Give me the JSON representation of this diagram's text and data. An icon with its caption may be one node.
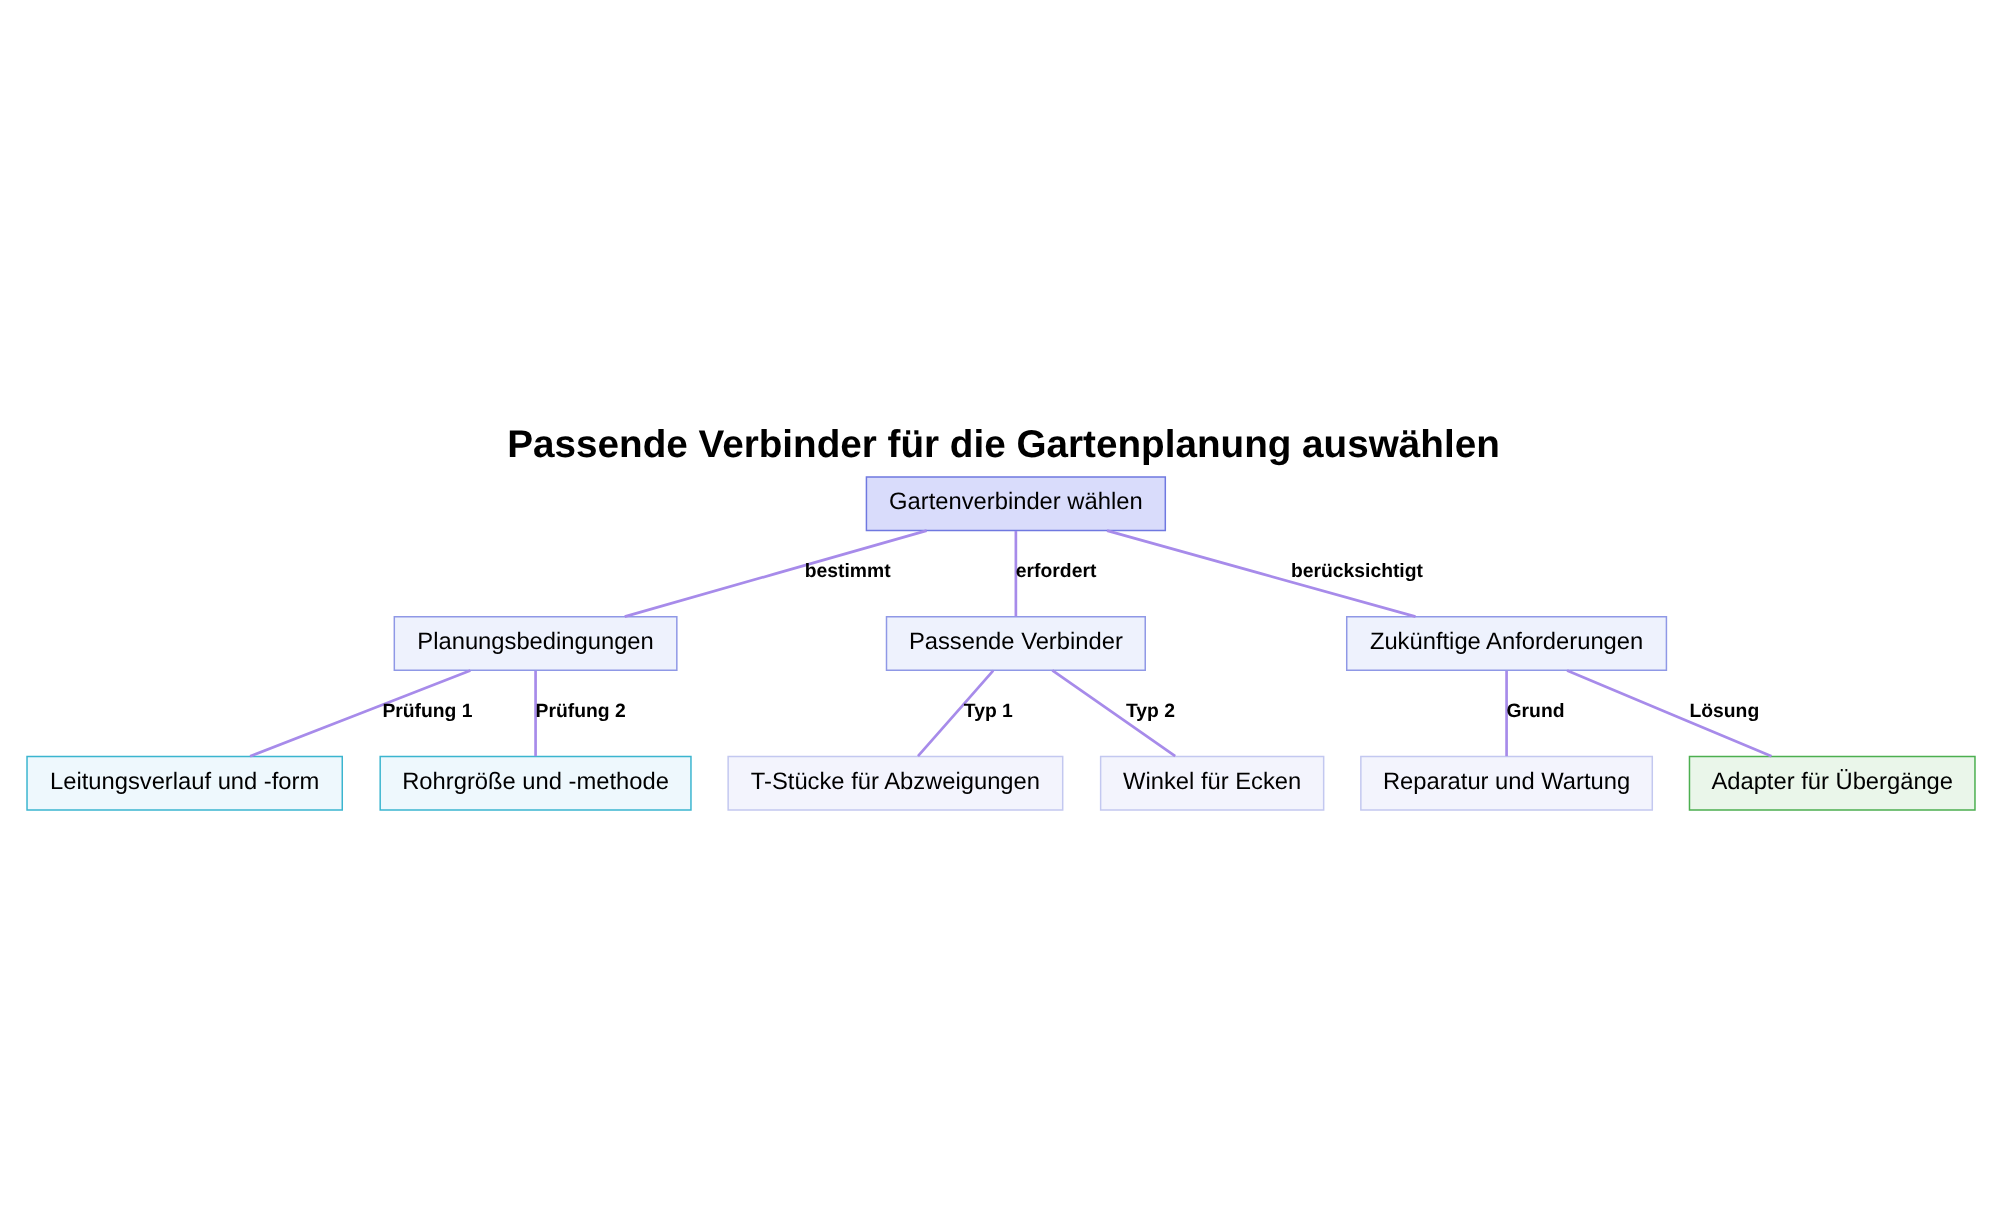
{
  "diagram": {
    "title": "Passende Verbinder für die Gartenplanung auswählen",
    "nodes": [
      {
        "text": [
          "Gartenverbinder wählen"
        ]
      },
      {
        "text": [
          "Planungsbedingungen"
        ]
      },
      {
        "text": [
          "Passende Verbinder"
        ]
      },
      {
        "text": [
          "Zukünftige Anforderungen"
        ]
      },
      {
        "text": [
          "Leitungsverlauf und -form"
        ]
      },
      {
        "text": [
          "Rohrgröße und -methode"
        ]
      },
      {
        "text": [
          "T-Stücke für Abzweigungen"
        ]
      },
      {
        "text": [
          "Winkel für Ecken"
        ]
      },
      {
        "text": [
          "Reparatur und Wartung"
        ]
      },
      {
        "text": [
          "Adapter für Übergänge"
        ]
      }
    ],
    "edges": [
      {
        "from": 0,
        "to": 1,
        "arrow": "none",
        "label": "bestimmt"
      },
      {
        "from": 0,
        "to": 2,
        "arrow": "none",
        "label": "erfordert"
      },
      {
        "from": 0,
        "to": 3,
        "arrow": "none",
        "label": "berücksichtigt"
      },
      {
        "from": 1,
        "to": 4,
        "arrow": "none",
        "label": "Prüfung 1"
      },
      {
        "from": 1,
        "to": 5,
        "arrow": "none",
        "label": "Prüfung 2"
      },
      {
        "from": 2,
        "to": 6,
        "arrow": "none",
        "label": "Typ 1"
      },
      {
        "from": 2,
        "to": 7,
        "arrow": "none",
        "label": "Typ 2"
      },
      {
        "from": 3,
        "to": 8,
        "arrow": "none",
        "label": "Grund"
      },
      {
        "from": 3,
        "to": 9,
        "arrow": "none",
        "label": "Lösung"
      }
    ]
  }
}
